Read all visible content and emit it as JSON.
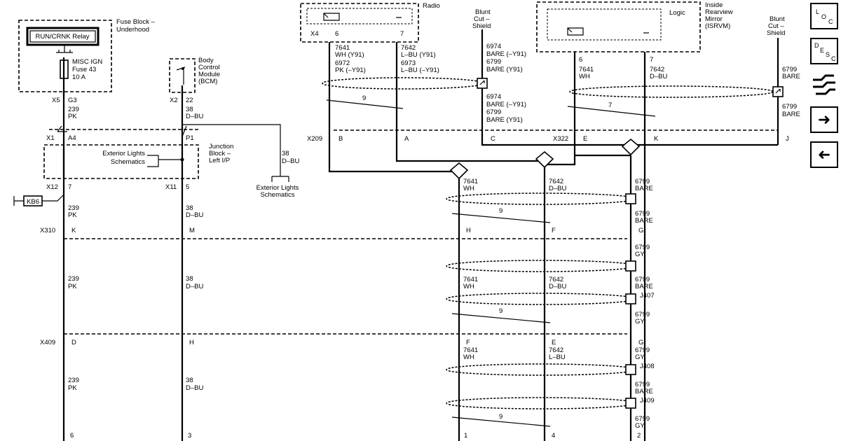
{
  "modules": {
    "fuse_block": "Fuse Block –",
    "fuse_block2": "Underhood",
    "relay": "RUN/CRNK Relay",
    "fuse_l1": "MISC IGN",
    "fuse_l2": "Fuse 43",
    "fuse_l3": "10 A",
    "bcm1": "Body",
    "bcm2": "Control",
    "bcm3": "Module",
    "bcm4": "(BCM)",
    "radio": "Radio",
    "blunt1a": "Blunt",
    "blunt1b": "Cut –",
    "blunt1c": "Shield",
    "logic": "Logic",
    "mirror1": "Inside",
    "mirror2": "Rearview",
    "mirror3": "Mirror",
    "mirror4": "(ISRVM)",
    "jb1": "Junction",
    "jb2": "Block –",
    "jb3": "Left I/P",
    "ext1": "Exterior Lights",
    "ext2": "Schematics",
    "kb6": "KB6"
  },
  "connectors": {
    "x5": "X5",
    "g3": "G3",
    "x2": "X2",
    "p22": "22",
    "x4": "X4",
    "p6r": "6",
    "p7r": "7",
    "x1": "X1",
    "a4": "A4",
    "p1": "P1",
    "x12": "X12",
    "p7": "7",
    "x11": "X11",
    "p5": "5",
    "x209": "X209",
    "b": "B",
    "a": "A",
    "c": "C",
    "x322": "X322",
    "e": "E",
    "k": "K",
    "j": "J",
    "p6m": "6",
    "p7m": "7",
    "x310": "X310",
    "k2": "K",
    "m": "M",
    "h": "H",
    "f": "F",
    "g": "G",
    "x409": "X409",
    "d": "D",
    "h2": "H",
    "f2": "F",
    "e2": "E",
    "g2": "G",
    "b6": "6",
    "b3": "3",
    "b1": "1",
    "b4": "4",
    "b2": "2",
    "j407": "J407",
    "j408": "J408",
    "j409": "J409"
  },
  "wires": {
    "c239": "239",
    "pk": "PK",
    "c38": "38",
    "dbu": "D–BU",
    "r7641": "7641",
    "r_wh_y91": "WH (Y91)",
    "r6972": "6972",
    "r_pk_ny91": "PK (–Y91)",
    "r7642": "7642",
    "r_lbu_y91": "L–BU (Y91)",
    "r6973": "6973",
    "r_lbu_ny91": "L–BU (–Y91)",
    "s6974": "6974",
    "s_bare_ny91": "BARE (–Y91)",
    "s6799": "6799",
    "s_bare_y91": "BARE (Y91)",
    "m7641": "7641",
    "wh": "WH",
    "m7642": "7642",
    "m6799": "6799",
    "bare": "BARE",
    "gy": "GY",
    "lbu": "L–BU",
    "twist": "9",
    "twist7": "7"
  },
  "nav": {
    "loc": "LOC",
    "desc": "DESC"
  }
}
